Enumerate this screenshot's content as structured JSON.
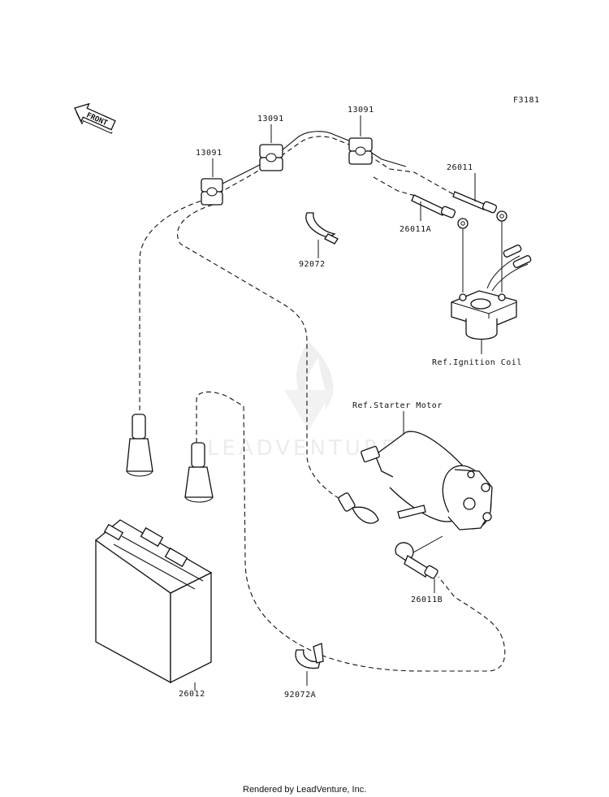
{
  "figure_code": "F3181",
  "front_label": "FRONT",
  "watermark": "LEADVENTURE",
  "footer": "Rendered by LeadVenture, Inc.",
  "parts": {
    "clamp_a": "13091",
    "clamp_b": "13091",
    "clamp_c": "13091",
    "cable_26011": "26011",
    "cable_26011a": "26011A",
    "tie_92072": "92072",
    "ref_ignition_coil": "Ref.Ignition Coil",
    "ref_starter_motor": "Ref.Starter Motor",
    "cable_26011b": "26011B",
    "battery": "26012",
    "tie_92072a": "92072A"
  }
}
